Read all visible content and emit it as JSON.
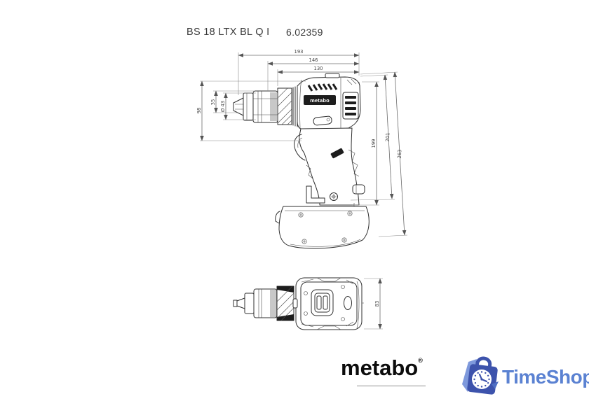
{
  "header": {
    "model_name": "BS 18 LTX BL Q I",
    "article_number": "6.02359"
  },
  "dims": {
    "top": [
      "193",
      "146",
      "130"
    ],
    "left": [
      "35",
      "Ø 43",
      "98"
    ],
    "right": [
      "201",
      "199",
      "263"
    ],
    "front": [
      "83"
    ]
  },
  "drawing": {
    "housing_badge": "metabo"
  },
  "footer": {
    "brand_wordmark": "metabo",
    "registered_mark": "®",
    "vendor_name": "TimeShop"
  },
  "colors": {
    "line": "#2f2f2f",
    "dimension_line": "#6b6b6b",
    "brand_black": "#0c0c0c",
    "timeshop_text_blue": "#5b82d2",
    "timeshop_bag_blue": "#3d53ac",
    "timeshop_flap_blue": "#7e99dc"
  }
}
